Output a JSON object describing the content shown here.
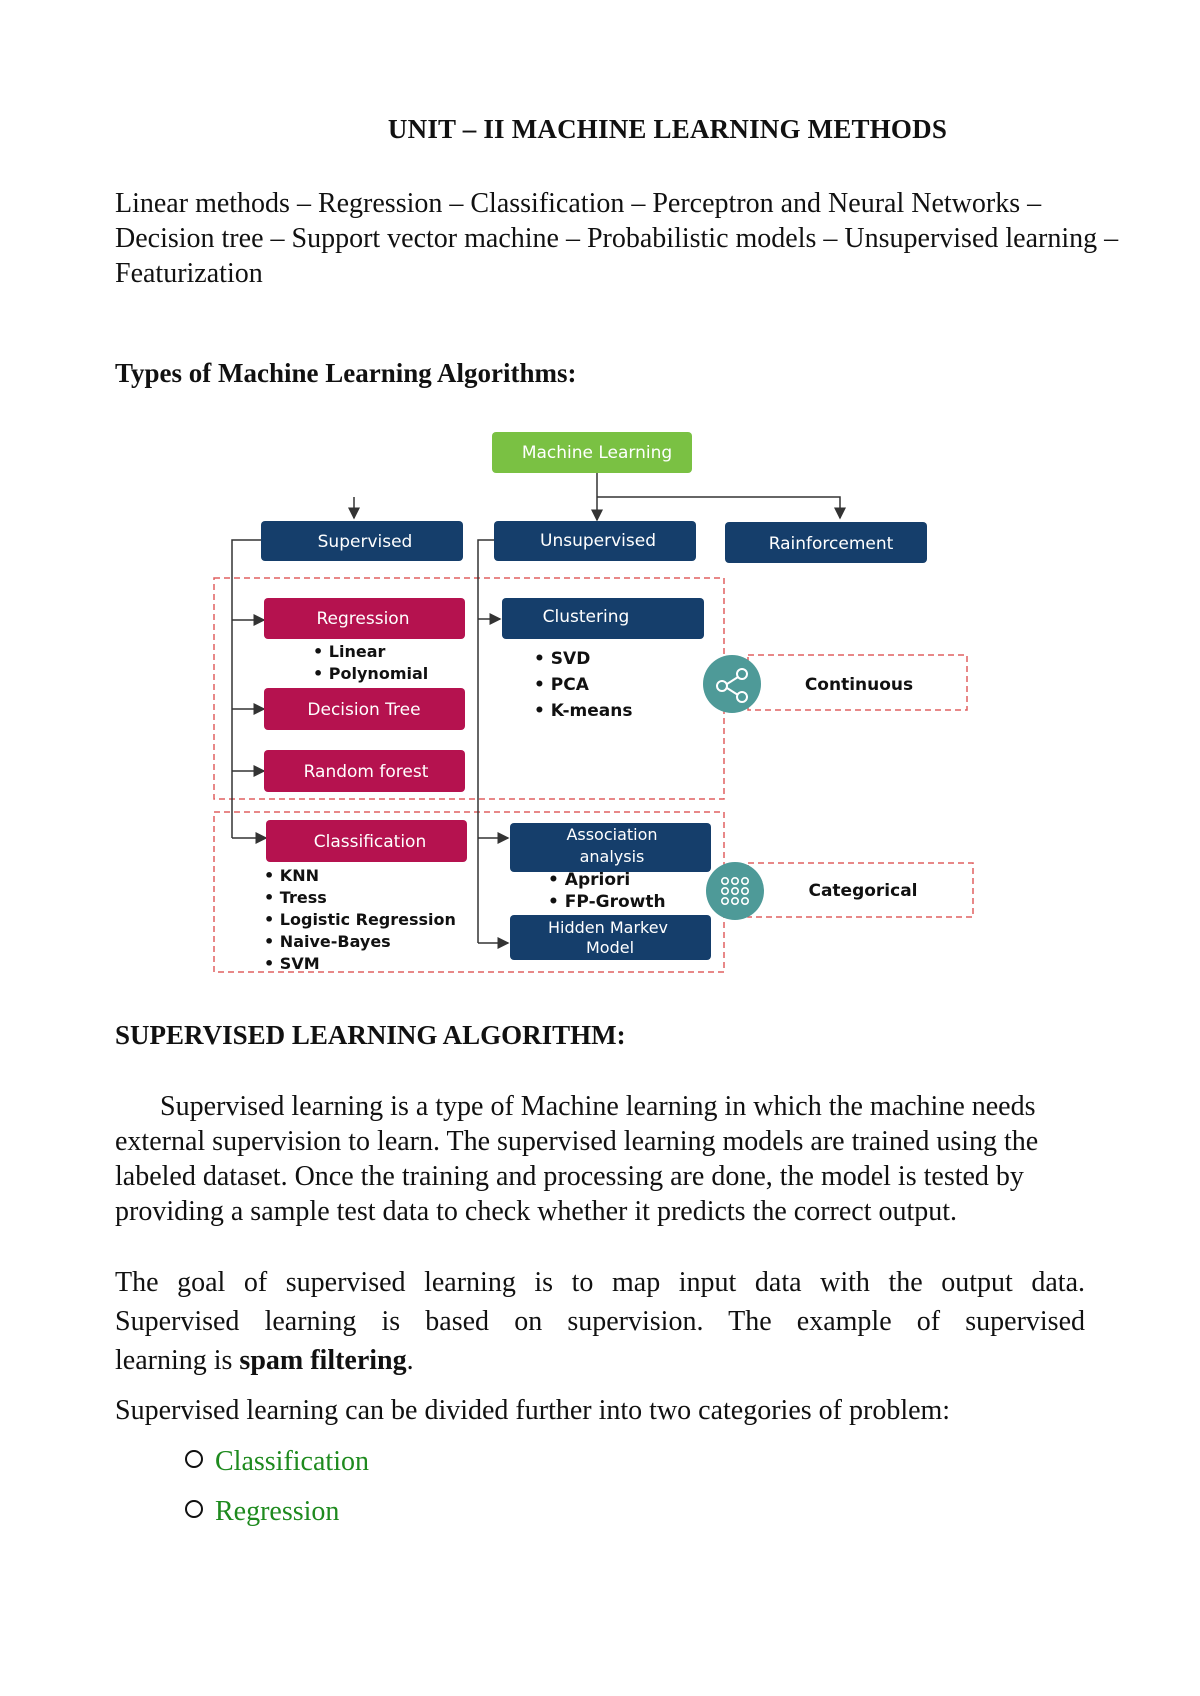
{
  "doc": {
    "title": "UNIT – II MACHINE LEARNING METHODS",
    "intro_lines": [
      "Linear methods – Regression – Classification – Perceptron and Neural Networks –",
      "Decision tree – Support vector machine – Probabilistic models – Unsupervised learning –",
      "Featurization"
    ],
    "types_heading": "Types of Machine Learning Algorithms:",
    "supervised_heading": "SUPERVISED LEARNING ALGORITHM:",
    "para1_lines": [
      "Supervised learning is a type of Machine learning in which the machine needs",
      "external supervision to learn. The supervised learning models are trained using the",
      "labeled dataset. Once the training and processing are done, the model is tested by",
      "providing a sample test data to check whether it predicts the correct output."
    ],
    "para2_line1": "The goal of supervised learning is to map input data with the output data.",
    "para2_line2": "Supervised learning is based on supervision. The example of supervised",
    "para2_line3_before": "learning is ",
    "para2_bold": "spam filtering",
    "para2_after": ".",
    "para3": "Supervised learning can be divided further into two categories of problem:",
    "bullets": [
      "Classification",
      "Regression"
    ]
  },
  "diagram": {
    "root": "Machine Learning",
    "supervised": "Supervised",
    "unsupervised": "Unsupervised",
    "reinforcement": "Rainforcement",
    "regression": "Regression",
    "regression_items": [
      "Linear",
      "Polynomial"
    ],
    "decision_tree": "Decision Tree",
    "random_forest": "Random forest",
    "classification": "Classification",
    "classification_items": [
      "KNN",
      "Tress",
      "Logistic Regression",
      "Naive-Bayes",
      "SVM"
    ],
    "clustering": "Clustering",
    "clustering_items": [
      "SVD",
      "PCA",
      "K-means"
    ],
    "association_l1": "Association",
    "association_l2": "analysis",
    "association_items": [
      "Apriori",
      "FP-Growth"
    ],
    "hmm_l1": "Hidden Markev",
    "hmm_l2": "Model",
    "continuous": "Continuous",
    "categorical": "Categorical",
    "colors": {
      "green": "#7ac143",
      "navy": "#153e6b",
      "crimson": "#b5124f",
      "teal": "#4e9a98",
      "dash": "#e06060"
    }
  }
}
